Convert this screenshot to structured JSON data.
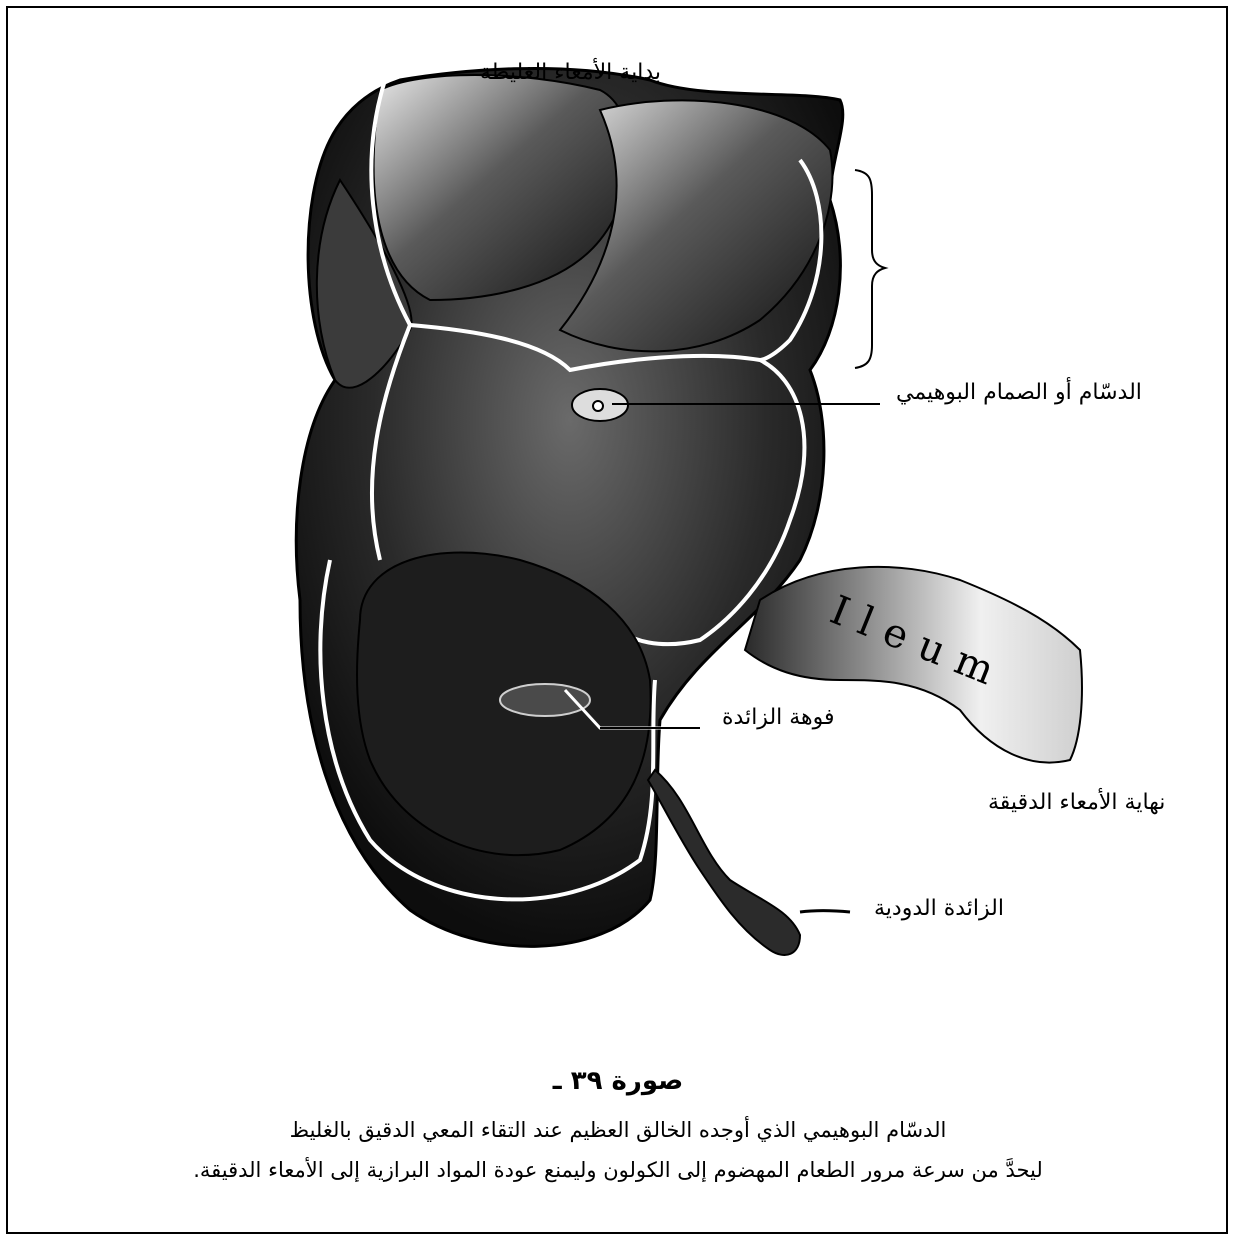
{
  "labels": {
    "large_intestine_start": "بداية الأمعاء الغليظة",
    "ileocecal_valve": "الدسّام أو الصمام البوهيمي",
    "appendix_opening": "فوهة الزائدة",
    "small_intestine_end": "نهاية الأمعاء الدقيقة",
    "vermiform_appendix": "الزائدة الدودية",
    "ileum_word": "Ileum"
  },
  "caption": {
    "title": "صورة ٣٩ ـ",
    "line1": "الدسّام البوهيمي الذي أوجده الخالق العظيم عند التقاء المعي الدقيق بالغليظ",
    "line2": "ليحدَّ من سرعة مرور الطعام المهضوم إلى الكولون وليمنع عودة المواد البرازية إلى الأمعاء الدقيقة."
  },
  "colors": {
    "ink": "#000000",
    "dark_shade": "#1a1a1a",
    "mid_shade": "#555555",
    "light_shade": "#bdbdbd",
    "paper": "#ffffff"
  }
}
